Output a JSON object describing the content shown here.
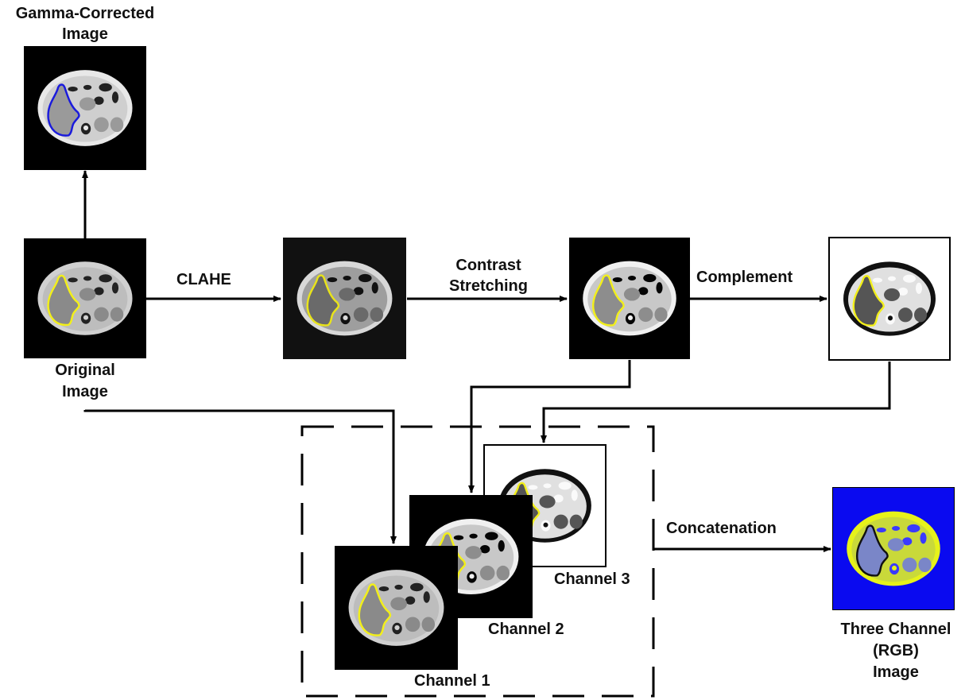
{
  "diagram": {
    "nodes": {
      "gamma": {
        "label_line1": "Gamma-Corrected",
        "label_line2": "Image",
        "contour_color": "#1a1adc",
        "background": "#000000"
      },
      "original": {
        "label_line1": "Original",
        "label_line2": "Image",
        "contour_color": "#f2ef1a",
        "background": "#000000"
      },
      "clahe": {
        "contour_color": "#e8e31a",
        "background": "#111111"
      },
      "contrast": {
        "contour_color": "#f2ef1a",
        "background": "#000000"
      },
      "complement": {
        "contour_color": "#f2ef1a",
        "background": "#ffffff"
      },
      "channel1": {
        "label": "Channel 1",
        "contour_color": "#f2ef1a",
        "background": "#000000"
      },
      "channel2": {
        "label": "Channel 2",
        "contour_color": "#f2ef1a",
        "background": "#000000"
      },
      "channel3": {
        "label": "Channel 3",
        "contour_color": "#f2ef1a",
        "background": "#ffffff"
      },
      "rgb": {
        "label_line1": "Three Channel",
        "label_line2": "(RGB)",
        "label_line3": "Image",
        "contour_color": "#111111",
        "background": "#0a0af0"
      }
    },
    "edges": {
      "clahe": "CLAHE",
      "contrast_line1": "Contrast",
      "contrast_line2": "Stretching",
      "complement": "Complement",
      "concatenation": "Concatenation"
    }
  }
}
